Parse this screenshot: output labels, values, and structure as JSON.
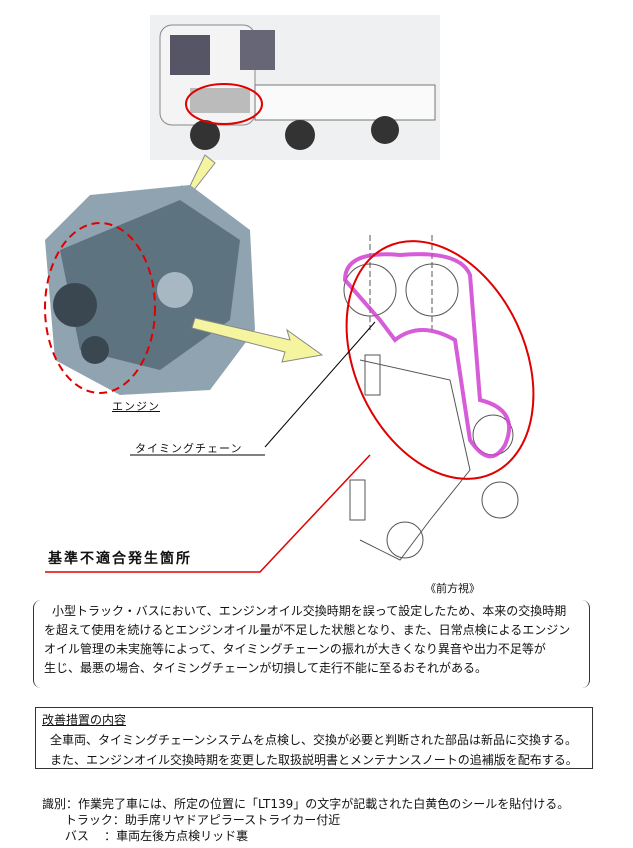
{
  "labels": {
    "engine": "エンジン",
    "timing_chain": "タイミングチェーン",
    "nonconformity_location": "基準不適合発生箇所",
    "front_view": "《前方視》"
  },
  "description": [
    "小型トラック・バスにおいて、エンジンオイル交換時期を誤って設定したため、本来の交換時期",
    "を超えて使用を続けるとエンジンオイル量が不足した状態となり、また、日常点検によるエンジン",
    "オイル管理の未実施等によって、タイミングチェーンの振れが大きくなり異音や出力不足等が",
    "生じ、最悪の場合、タイミングチェーンが切損して走行不能に至るおそれがある。"
  ],
  "measure": {
    "heading": "改善措置の内容",
    "lines": [
      "全車両、タイミングチェーンシステムを点検し、交換が必要と判断された部品は新品に交換する。",
      "また、エンジンオイル交換時期を変更した取扱説明書とメンテナンスノートの追補版を配布する。"
    ]
  },
  "identification": [
    "識別：作業完了車には、所定の位置に「LT139」の文字が記載された白黄色のシールを貼付ける。",
    "      トラック：助手席リヤドアピラーストライカー付近",
    "      バス    ：車両左後方点検リッド裏"
  ],
  "colors": {
    "highlight": "#e00000",
    "arrow": "#f5f5a0",
    "chain": "#d040d0"
  }
}
